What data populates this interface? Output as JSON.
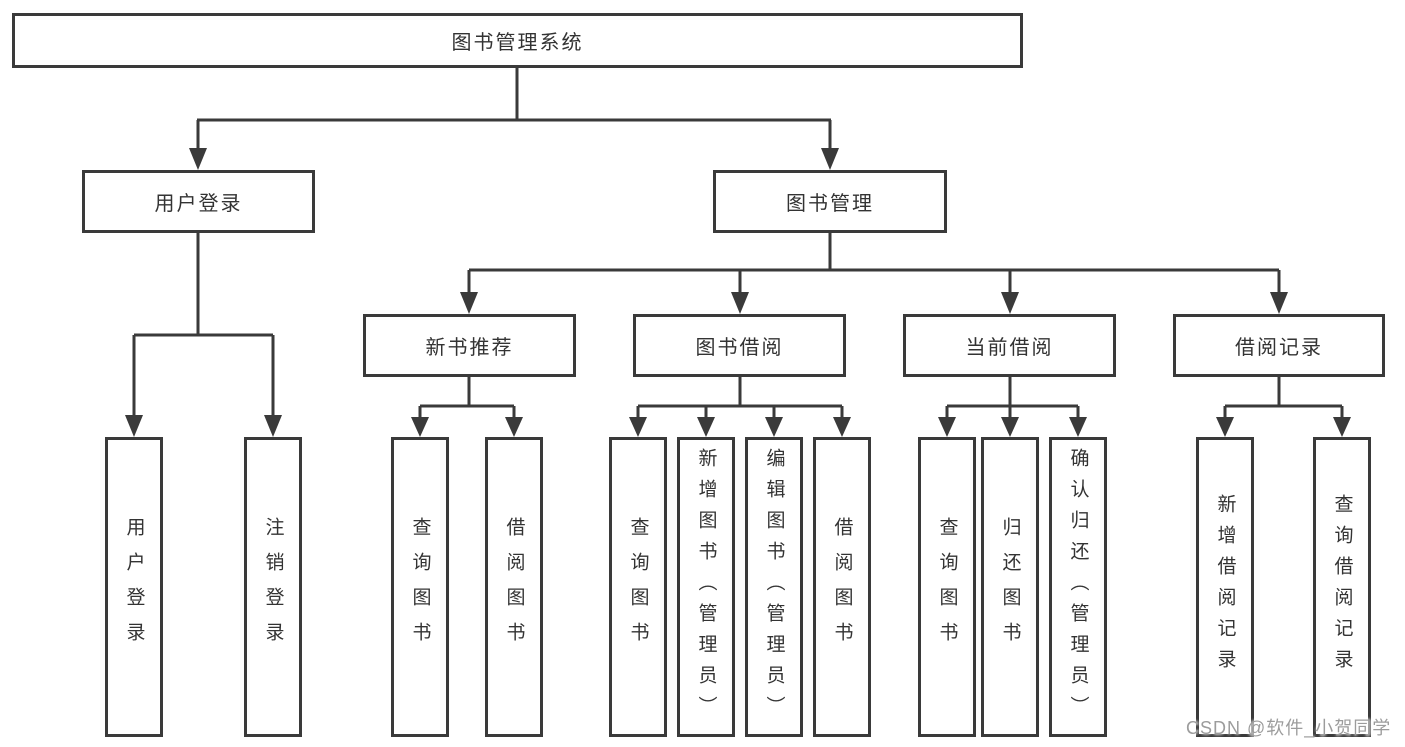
{
  "tree": {
    "label": "图书管理系统",
    "children": [
      {
        "label": "用户登录",
        "children": [
          {
            "label": "用户登录"
          },
          {
            "label": "注销登录"
          }
        ]
      },
      {
        "label": "图书管理",
        "children": [
          {
            "label": "新书推荐",
            "children": [
              {
                "label": "查询图书"
              },
              {
                "label": "借阅图书"
              }
            ]
          },
          {
            "label": "图书借阅",
            "children": [
              {
                "label": "查询图书"
              },
              {
                "label": "新增图书（管理员）"
              },
              {
                "label": "编辑图书（管理员）"
              },
              {
                "label": "借阅图书"
              }
            ]
          },
          {
            "label": "当前借阅",
            "children": [
              {
                "label": "查询图书"
              },
              {
                "label": "归还图书"
              },
              {
                "label": "确认归还（管理员）"
              }
            ]
          },
          {
            "label": "借阅记录",
            "children": [
              {
                "label": "新增借阅记录"
              },
              {
                "label": "查询借阅记录"
              }
            ]
          }
        ]
      }
    ]
  },
  "watermark": {
    "text": "CSDN @软件_小贺同学"
  },
  "colors": {
    "line": "#3a3a3a",
    "text": "#333333",
    "background": "#ffffff",
    "watermark": "#9c9c9c"
  }
}
